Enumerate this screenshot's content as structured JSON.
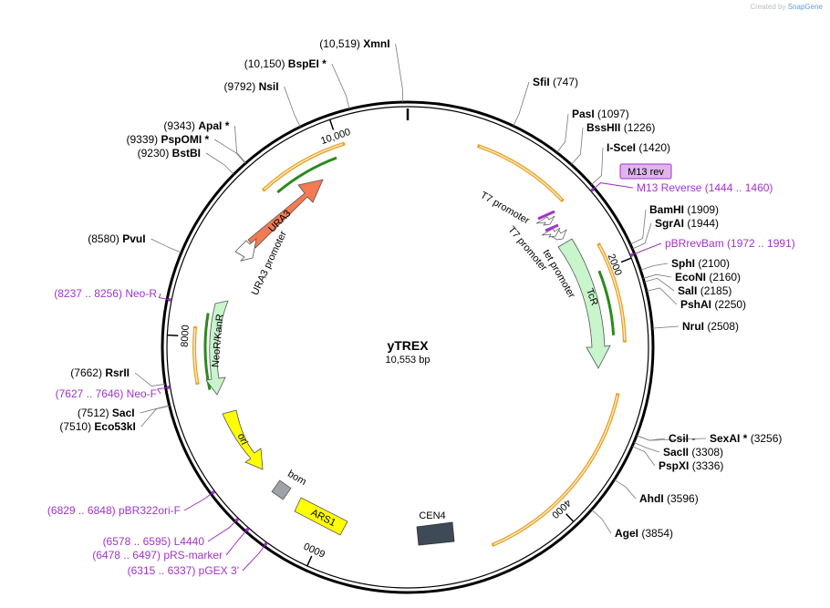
{
  "watermark": {
    "prefix": "Created by",
    "brand": "SnapGene"
  },
  "plasmid": {
    "name": "yTREX",
    "length_label": "10,553 bp",
    "length": 10553
  },
  "ticks": [
    {
      "bp": 2000,
      "label": "2000"
    },
    {
      "bp": 4000,
      "label": "4000"
    },
    {
      "bp": 6000,
      "label": "6000"
    },
    {
      "bp": 8000,
      "label": "8000"
    },
    {
      "bp": 10000,
      "label": "10,000"
    }
  ],
  "sites": [
    {
      "name": "XmnI",
      "pos": "(10,519)",
      "bp": 10519,
      "side": "left"
    },
    {
      "name": "BspEI *",
      "pos": "(10,150)",
      "bp": 10150,
      "side": "left"
    },
    {
      "name": "NsiI",
      "pos": "(9792)",
      "bp": 9792,
      "side": "left"
    },
    {
      "name": "ApaI *",
      "pos": "(9343)",
      "bp": 9343,
      "side": "left"
    },
    {
      "name": "PspOMI *",
      "pos": "(9339)",
      "bp": 9339,
      "side": "left"
    },
    {
      "name": "BstBI",
      "pos": "(9230)",
      "bp": 9230,
      "side": "left"
    },
    {
      "name": "PvuI",
      "pos": "(8580)",
      "bp": 8580,
      "side": "left"
    },
    {
      "name": "RsrII",
      "pos": "(7662)",
      "bp": 7662,
      "side": "left"
    },
    {
      "name": "SacI",
      "pos": "(7512)",
      "bp": 7512,
      "side": "left"
    },
    {
      "name": "Eco53kI",
      "pos": "(7510)",
      "bp": 7510,
      "side": "left"
    },
    {
      "name": "SfiI",
      "pos": "(747)",
      "bp": 747,
      "side": "right"
    },
    {
      "name": "PasI",
      "pos": "(1097)",
      "bp": 1097,
      "side": "right"
    },
    {
      "name": "BssHII",
      "pos": "(1226)",
      "bp": 1226,
      "side": "right"
    },
    {
      "name": "I-SceI",
      "pos": "(1420)",
      "bp": 1420,
      "side": "right"
    },
    {
      "name": "BamHI",
      "pos": "(1909)",
      "bp": 1909,
      "side": "right"
    },
    {
      "name": "SgrAI",
      "pos": "(1944)",
      "bp": 1944,
      "side": "right"
    },
    {
      "name": "SphI",
      "pos": "(2100)",
      "bp": 2100,
      "side": "right"
    },
    {
      "name": "EcoNI",
      "pos": "(2160)",
      "bp": 2160,
      "side": "right"
    },
    {
      "name": "SalI",
      "pos": "(2185)",
      "bp": 2185,
      "side": "right"
    },
    {
      "name": "PshAI",
      "pos": "(2250)",
      "bp": 2250,
      "side": "right"
    },
    {
      "name": "NruI",
      "pos": "(2508)",
      "bp": 2508,
      "side": "right"
    },
    {
      "name": "CsiI",
      "pos": "",
      "bp": 3256,
      "side": "right"
    },
    {
      "name": "SexAI *",
      "pos": "(3256)",
      "bp": 3256,
      "side": "right"
    },
    {
      "name": "SacII",
      "pos": "(3308)",
      "bp": 3308,
      "side": "right"
    },
    {
      "name": "PspXI",
      "pos": "(3336)",
      "bp": 3336,
      "side": "right"
    },
    {
      "name": "AhdI",
      "pos": "(3596)",
      "bp": 3596,
      "side": "right"
    },
    {
      "name": "AgeI",
      "pos": "(3854)",
      "bp": 3854,
      "side": "right"
    }
  ],
  "site_separator": "-",
  "primers": [
    {
      "name": "M13 Reverse",
      "range": "(1444 .. 1460)",
      "bp": 1452,
      "side": "right"
    },
    {
      "name": "pBRrevBam",
      "range": "(1972 .. 1991)",
      "bp": 1982,
      "side": "right"
    },
    {
      "name": "Neo-R",
      "range": "(8237 .. 8256)",
      "bp": 8246,
      "side": "left"
    },
    {
      "name": "Neo-F",
      "range": "(7627 .. 7646)",
      "bp": 7636,
      "side": "left"
    },
    {
      "name": "pBR322ori-F",
      "range": "(6829 .. 6848)",
      "bp": 6838,
      "side": "left"
    },
    {
      "name": "L4440",
      "range": "(6578 .. 6595)",
      "bp": 6586,
      "side": "left"
    },
    {
      "name": "pRS-marker",
      "range": "(6478 .. 6497)",
      "bp": 6488,
      "side": "left"
    },
    {
      "name": "pGEX 3'",
      "range": "(6315 .. 6337)",
      "bp": 6326,
      "side": "left"
    }
  ],
  "callout": {
    "label": "M13 rev",
    "fill": "#e0b4ec",
    "stroke": "#a034c8"
  },
  "features": [
    {
      "name": "URA3",
      "color": "#f47a52"
    },
    {
      "name": "URA3 promoter",
      "color": "#ffffff"
    },
    {
      "name": "NeoR/KanR",
      "color": "#c8f5cc"
    },
    {
      "name": "TcR",
      "color": "#c8f5cc"
    },
    {
      "name": "tet promoter",
      "color": "#ffffff"
    },
    {
      "name": "T7 promoter",
      "color": "#ffffff"
    },
    {
      "name": "T7 promoter",
      "color": "#ffffff"
    },
    {
      "name": "ori",
      "color": "#ffff00"
    },
    {
      "name": "bom",
      "color": "#9ea3a8"
    },
    {
      "name": "ARS1",
      "color": "#ffff00"
    },
    {
      "name": "CEN4",
      "color": "#3e4a55"
    }
  ],
  "colors": {
    "backbone": "#000000",
    "primer": "#a034c8",
    "orf": "#e8a020",
    "orf_inner": "#2b8a1a"
  }
}
